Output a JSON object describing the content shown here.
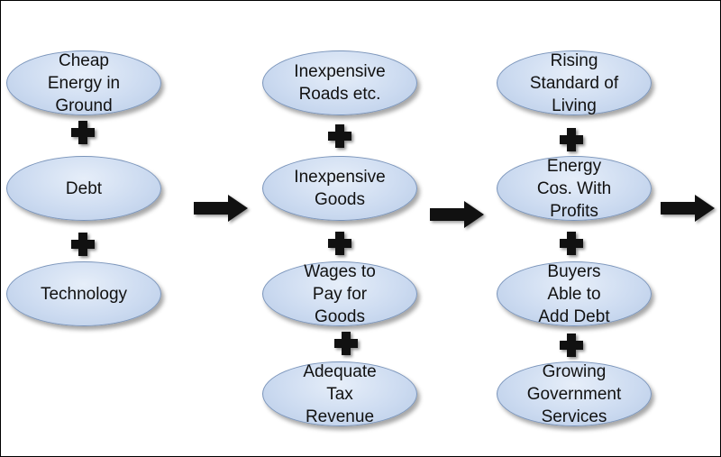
{
  "colors": {
    "node_fill": "#cbdaf0",
    "node_border": "#7a94ba",
    "symbol": "#111111"
  },
  "columns": [
    {
      "nodes": [
        {
          "label": "Cheap\nEnergy in\nGround"
        },
        {
          "label": "Debt"
        },
        {
          "label": "Technology"
        }
      ]
    },
    {
      "nodes": [
        {
          "label": "Inexpensive\nRoads etc."
        },
        {
          "label": "Inexpensive\nGoods"
        },
        {
          "label": "Wages to\nPay for\nGoods"
        },
        {
          "label": "Adequate\nTax\nRevenue"
        }
      ]
    },
    {
      "nodes": [
        {
          "label": "Rising\nStandard of\nLiving"
        },
        {
          "label": "Energy\nCos. With\nProfits"
        },
        {
          "label": "Buyers\nAble to\nAdd Debt"
        },
        {
          "label": "Growing\nGovernment\nServices"
        }
      ]
    }
  ],
  "connectors": {
    "plus_icon": "plus-sign",
    "arrow_icon": "right-arrow"
  }
}
